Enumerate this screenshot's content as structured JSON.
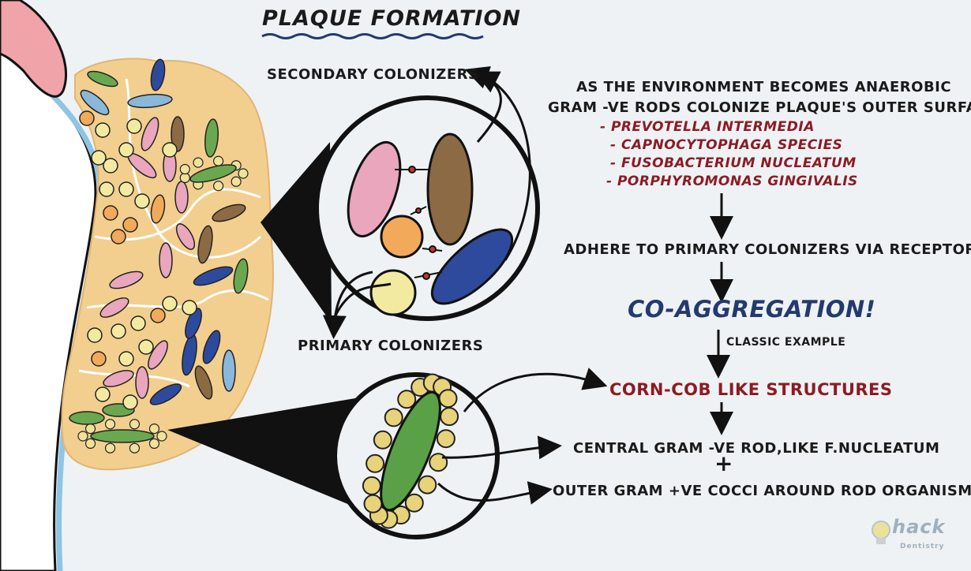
{
  "title": "PLAQUE FORMATION",
  "labels": {
    "secondary": "SECONDARY COLONIZERS",
    "primary": "PRIMARY COLONIZERS"
  },
  "intro": {
    "line1": "AS THE ENVIRONMENT BECOMES ANAEROBIC",
    "line2": "GRAM -VE RODS COLONIZE PLAQUE'S OUTER SURFACE"
  },
  "species": [
    "- PREVOTELLA INTERMEDIA",
    "- CAPNOCYTOPHAGA SPECIES",
    "- FUSOBACTERIUM NUCLEATUM",
    "- PORPHYROMONAS GINGIVALIS"
  ],
  "adhere": "ADHERE TO PRIMARY COLONIZERS VIA RECEPTORS",
  "coaggregation": "CO-AGGREGATION!",
  "classic": "CLASSIC EXAMPLE",
  "corncob": "CORN-COB LIKE STRUCTURES",
  "central": "CENTRAL GRAM -VE ROD,LIKE F.NUCLEATUM",
  "plus": "+",
  "outer": "OUTER GRAM +VE COCCI AROUND ROD ORGANISM",
  "logo": {
    "main": "hack",
    "sub": "Dentistry"
  },
  "colors": {
    "plaque": "#f2cf8f",
    "enamel": "#ffffff",
    "pellicle": "#8fc4e4",
    "gum": "#f0a3a8",
    "pink": "#e9a6bd",
    "orange": "#f3a95a",
    "yellow": "#f3eaa2",
    "brown": "#8c6a44",
    "blue": "#2e4a9c",
    "lightblue": "#8ab8d9",
    "green": "#6aa84f",
    "darkred": "#8c1b24",
    "navy": "#233a6e"
  }
}
